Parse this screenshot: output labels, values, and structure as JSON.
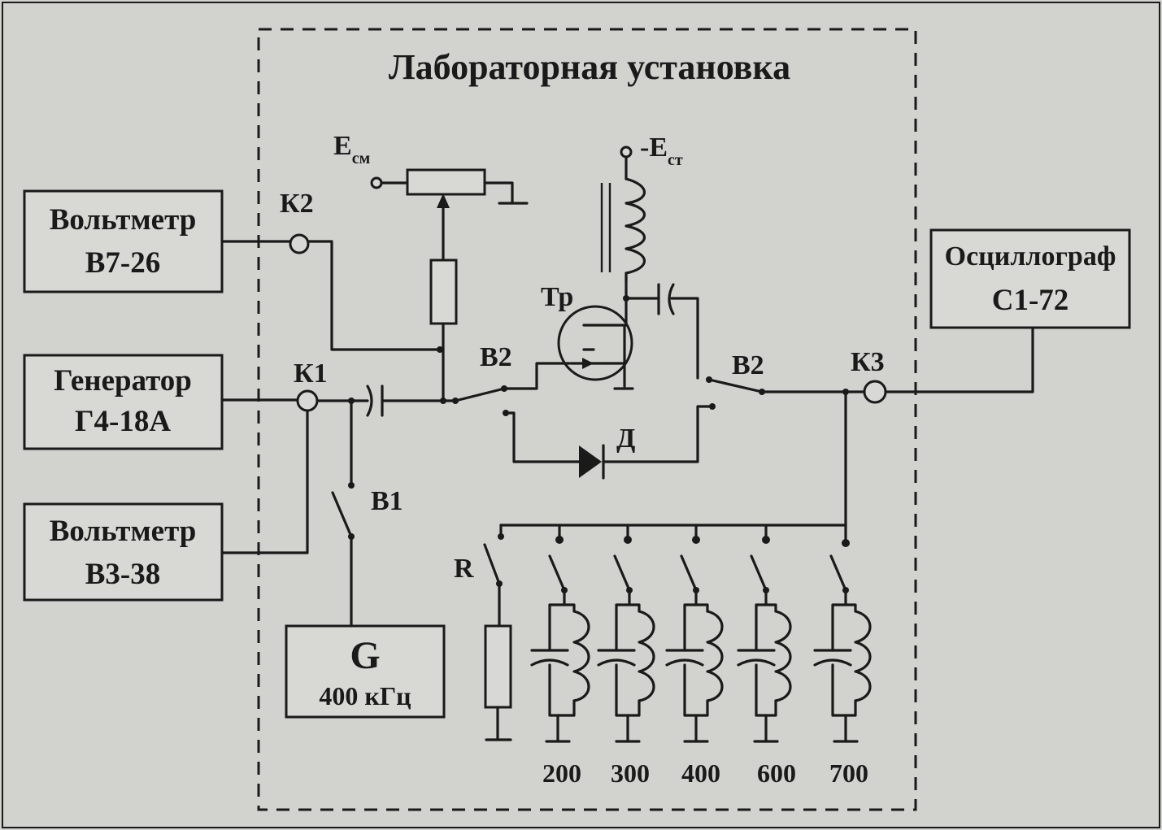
{
  "title": "Лабораторная установка",
  "devices": {
    "voltmeter_b7": {
      "line1": "Вольтметр",
      "line2": "В7-26"
    },
    "generator": {
      "line1": "Генератор",
      "line2": "Г4-18А"
    },
    "voltmeter_b3": {
      "line1": "Вольтметр",
      "line2": "В3-38"
    },
    "oscilloscope": {
      "line1": "Осциллограф",
      "line2": "С1-72"
    },
    "g_source": {
      "line1": "G",
      "line2": "400 кГц"
    }
  },
  "connectors": {
    "k1": "К1",
    "k2": "К2",
    "k3": "К3"
  },
  "switches": {
    "b1": "В1",
    "b2_left": "В2",
    "b2_right": "В2",
    "r": "R"
  },
  "components": {
    "transistor": "Тр",
    "diode": "Д",
    "bias": {
      "main": "E",
      "sub": "см"
    },
    "supply": {
      "main": "-E",
      "sub": "ст"
    }
  },
  "frequencies": [
    "200",
    "300",
    "400",
    "600",
    "700"
  ]
}
